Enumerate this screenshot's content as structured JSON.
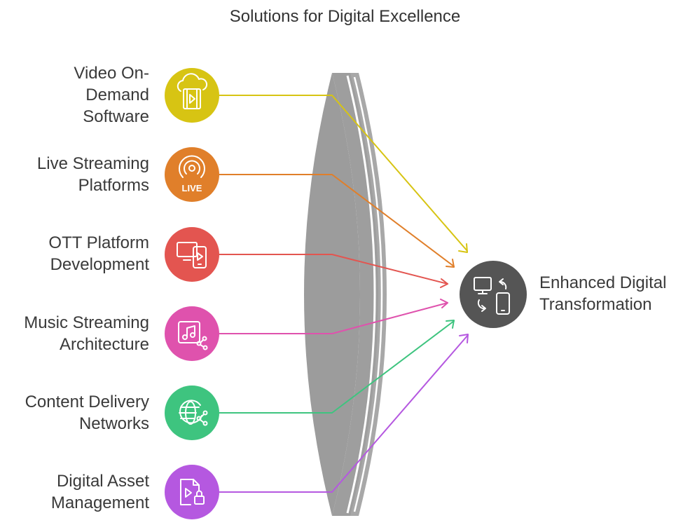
{
  "title": "Solutions for Digital Excellence",
  "inputs": [
    {
      "lines": [
        "Video On-",
        "Demand",
        "Software"
      ],
      "icon": "cloud-video-icon",
      "color": "#d7c413"
    },
    {
      "lines": [
        "Live Streaming",
        "Platforms"
      ],
      "icon": "live-broadcast-icon",
      "color": "#e07f2a",
      "badge": "LIVE"
    },
    {
      "lines": [
        "OTT Platform",
        "Development"
      ],
      "icon": "monitor-phone-play-icon",
      "color": "#e35550"
    },
    {
      "lines": [
        "Music Streaming",
        "Architecture"
      ],
      "icon": "music-share-icon",
      "color": "#df52ad"
    },
    {
      "lines": [
        "Content Delivery",
        "Networks"
      ],
      "icon": "globe-network-icon",
      "color": "#3ec47f"
    },
    {
      "lines": [
        "Digital Asset",
        "Management"
      ],
      "icon": "secure-video-file-icon",
      "color": "#b558e0"
    }
  ],
  "output": {
    "lines": [
      "Enhanced Digital",
      "Transformation"
    ],
    "icon": "device-sync-icon",
    "color": "#555555"
  },
  "lens_color": "#9e9e9e"
}
